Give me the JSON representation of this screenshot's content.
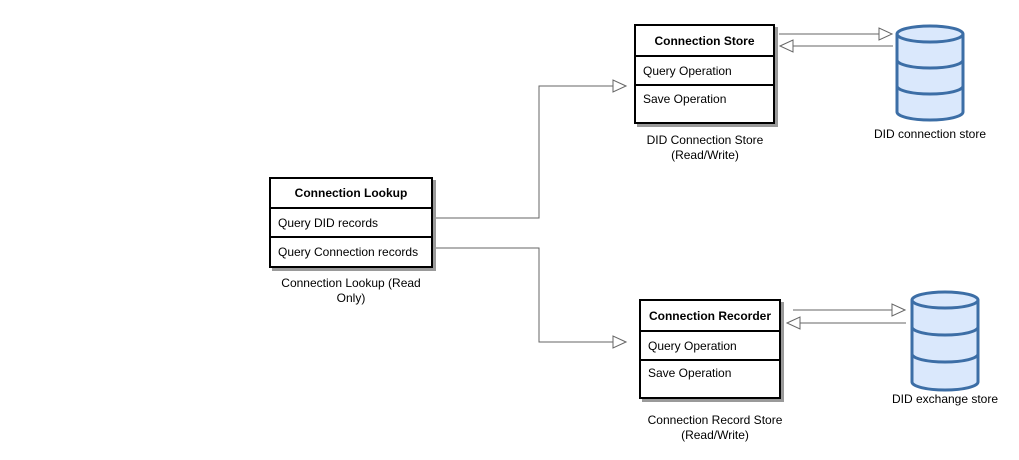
{
  "lookup": {
    "title": "Connection Lookup",
    "rows": [
      "Query DID records",
      "Query Connection records"
    ],
    "caption": [
      "Connection Lookup (Read",
      "Only)"
    ]
  },
  "store": {
    "title": "Connection Store",
    "rows": [
      "Query Operation",
      "Save Operation"
    ],
    "caption": [
      "DID Connection Store",
      "(Read/Write)"
    ]
  },
  "recorder": {
    "title": "Connection Recorder",
    "rows": [
      "Query Operation",
      "Save Operation"
    ],
    "caption": [
      "Connection Record Store",
      "(Read/Write)"
    ]
  },
  "databases": {
    "connection": "DID connection store",
    "exchange": "DID exchange store"
  },
  "colors": {
    "db_fill": "#dae8fc",
    "db_stroke": "#3c6ea6",
    "line": "#666666",
    "shadow": "#9a9a9a"
  },
  "icons": {
    "database": "database-cylinder-icon"
  }
}
